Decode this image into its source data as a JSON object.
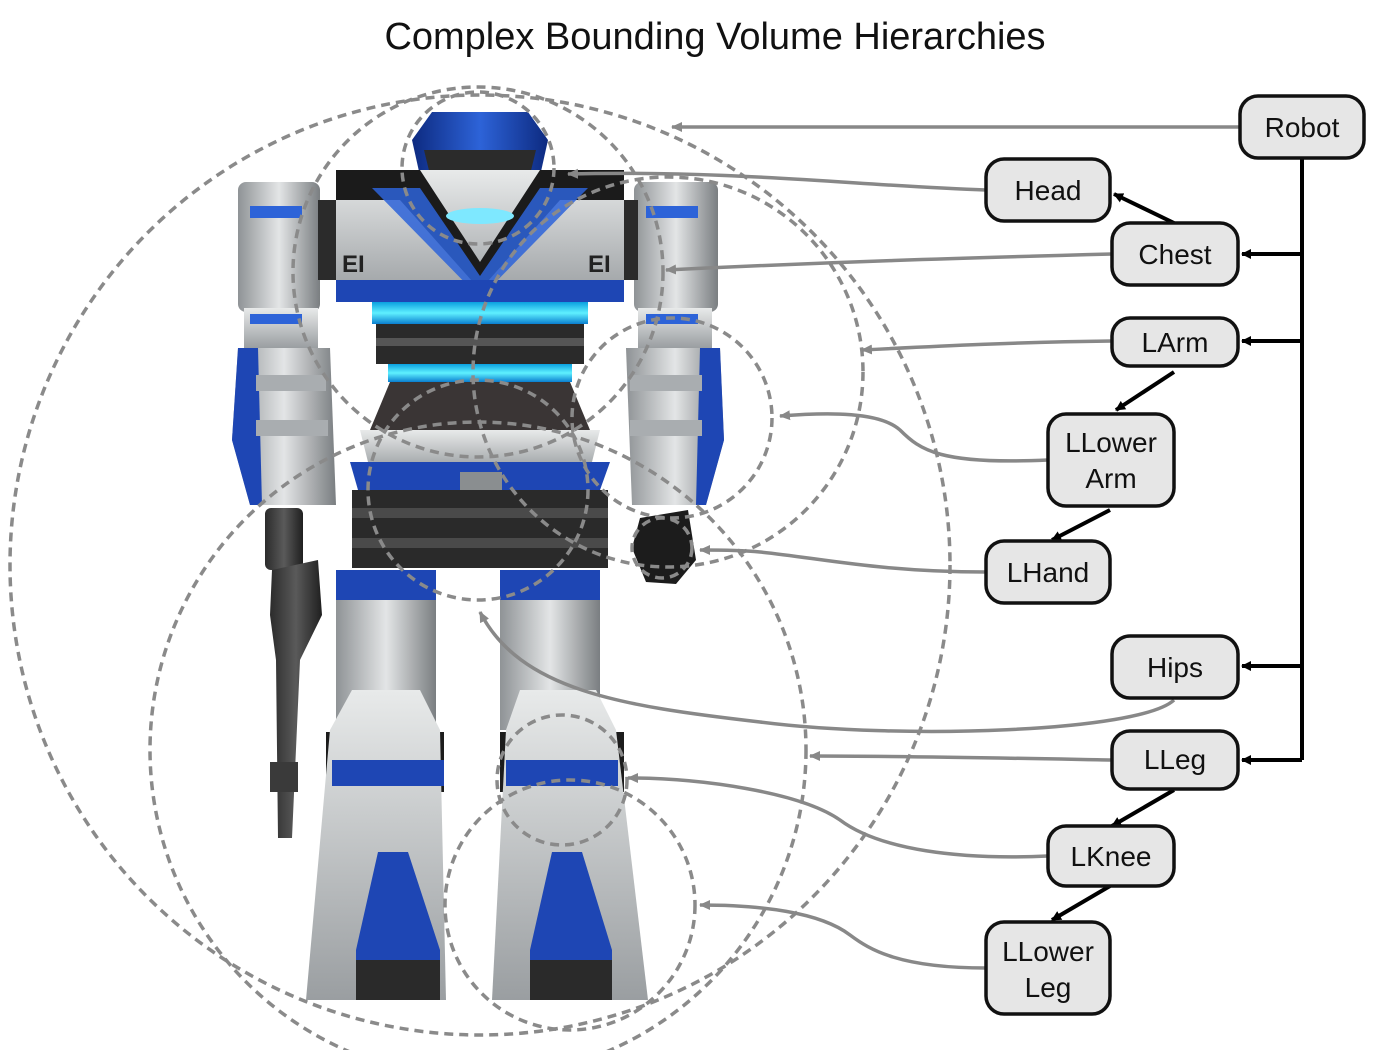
{
  "title": "Complex Bounding Volume Hierarchies",
  "colors": {
    "node_fill": "#e6e6e6",
    "node_stroke": "#111111",
    "connector": "#888888",
    "volume_ring": "#8a8a8a",
    "robot_blue": "#1e46b4",
    "robot_silver": "#c9cccd"
  },
  "nodes": [
    {
      "id": "robot",
      "lines": [
        "Robot"
      ]
    },
    {
      "id": "head",
      "lines": [
        "Head"
      ]
    },
    {
      "id": "chest",
      "lines": [
        "Chest"
      ]
    },
    {
      "id": "larm",
      "lines": [
        "LArm"
      ]
    },
    {
      "id": "llowerarm",
      "lines": [
        "LLower",
        "Arm"
      ]
    },
    {
      "id": "lhand",
      "lines": [
        "LHand"
      ]
    },
    {
      "id": "hips",
      "lines": [
        "Hips"
      ]
    },
    {
      "id": "lleg",
      "lines": [
        "LLeg"
      ]
    },
    {
      "id": "lknee",
      "lines": [
        "LKnee"
      ]
    },
    {
      "id": "llowerleg",
      "lines": [
        "LLower",
        "Leg"
      ]
    }
  ],
  "hierarchy_edges": [
    [
      "robot",
      "chest"
    ],
    [
      "robot",
      "larm"
    ],
    [
      "robot",
      "hips"
    ],
    [
      "robot",
      "lleg"
    ],
    [
      "chest",
      "head"
    ],
    [
      "larm",
      "llowerarm"
    ],
    [
      "llowerarm",
      "lhand"
    ],
    [
      "lleg",
      "lknee"
    ],
    [
      "lknee",
      "llowerleg"
    ]
  ]
}
